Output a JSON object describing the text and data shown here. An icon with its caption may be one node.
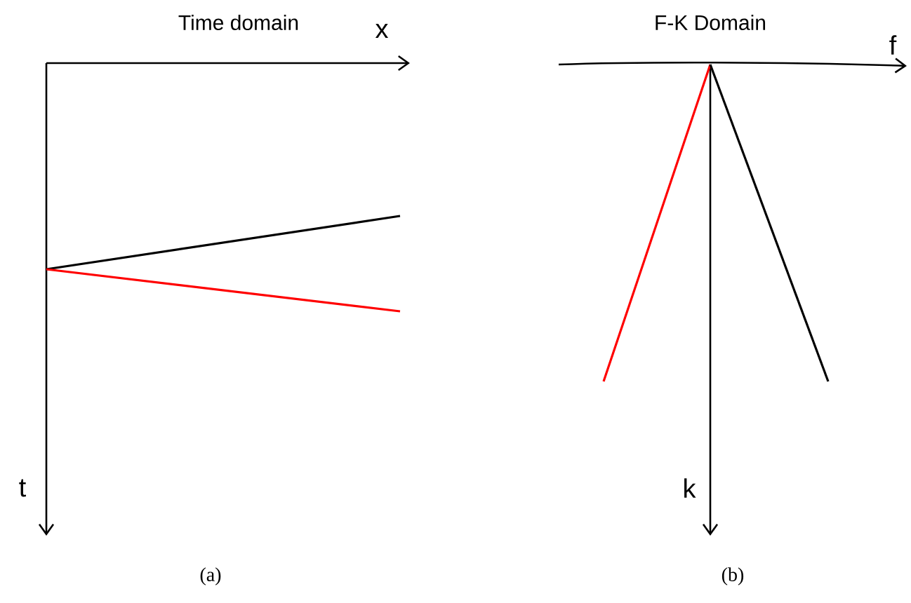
{
  "diagram": {
    "labels": [
      "Time domain",
      "x",
      "F-K Domain",
      "f",
      "t",
      "k",
      "(a)",
      "(b)"
    ]
  }
}
